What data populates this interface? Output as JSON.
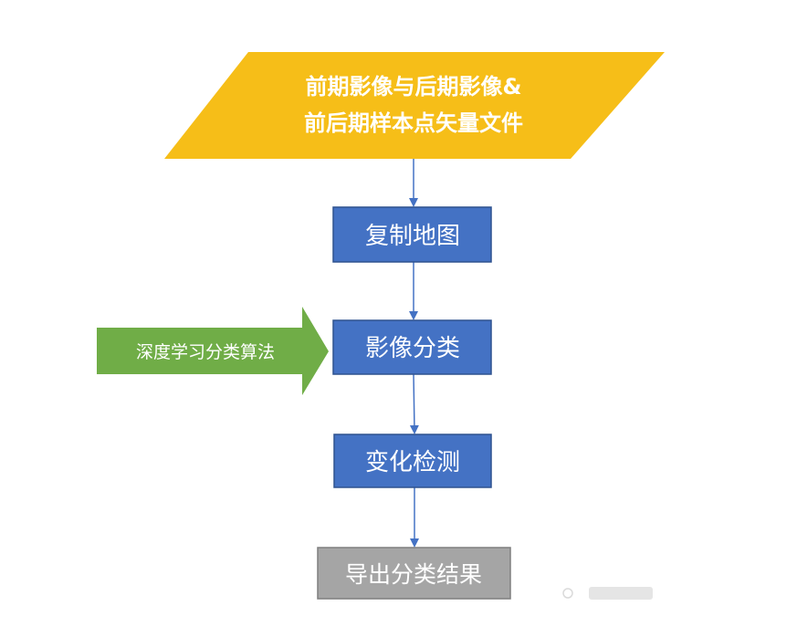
{
  "diagram": {
    "input": {
      "line1": "前期影像与后期影像&",
      "line2": "前后期样本点矢量文件"
    },
    "steps": [
      {
        "label": "复制地图"
      },
      {
        "label": "影像分类"
      },
      {
        "label": "变化检测"
      },
      {
        "label": "导出分类结果"
      }
    ],
    "side_input": {
      "label": "深度学习分类算法"
    }
  },
  "colors": {
    "input_fill": "#F6BE18",
    "step_fill": "#4472C4",
    "step_border": "#2F528F",
    "output_fill": "#A5A5A5",
    "output_border": "#7F7F7F",
    "side_fill": "#70AD47",
    "connector": "#4472C4",
    "text_light": "#FFFFFF"
  }
}
